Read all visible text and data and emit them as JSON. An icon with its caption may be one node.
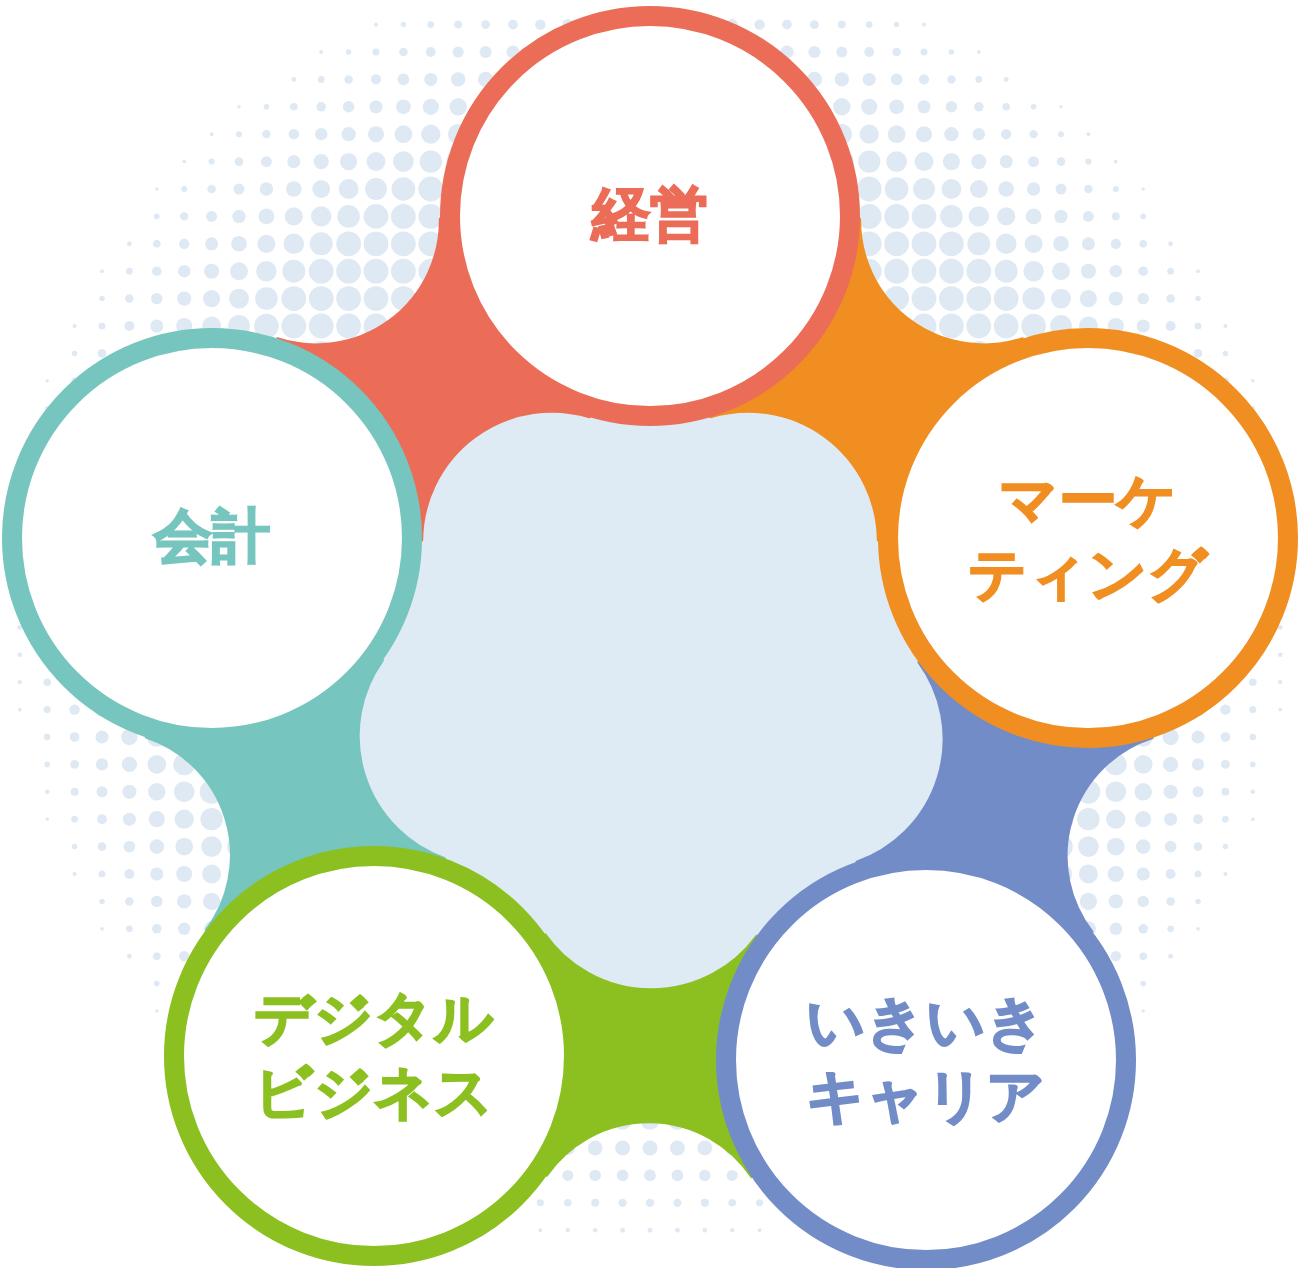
{
  "diagram": {
    "nodes": [
      {
        "text": [
          "経営"
        ]
      },
      {
        "text": [
          "会計"
        ]
      },
      {
        "text": [
          "マーケティング"
        ]
      },
      {
        "text": [
          "デジタルビジネス"
        ]
      },
      {
        "text": [
          "いきいきキャリア"
        ]
      }
    ],
    "edges": [
      {
        "from": 0,
        "to": 2,
        "arrow": "none",
        "style": "thick",
        "color": "#f08e21"
      },
      {
        "from": 2,
        "to": 4,
        "arrow": "none",
        "style": "thick",
        "color": "#728cc7"
      },
      {
        "from": 4,
        "to": 3,
        "arrow": "none",
        "style": "thick",
        "color": "#8cc021"
      },
      {
        "from": 3,
        "to": 1,
        "arrow": "none",
        "style": "thick",
        "color": "#76c5be"
      },
      {
        "from": 1,
        "to": 0,
        "arrow": "none",
        "style": "thick",
        "color": "#eb6d58"
      }
    ]
  }
}
